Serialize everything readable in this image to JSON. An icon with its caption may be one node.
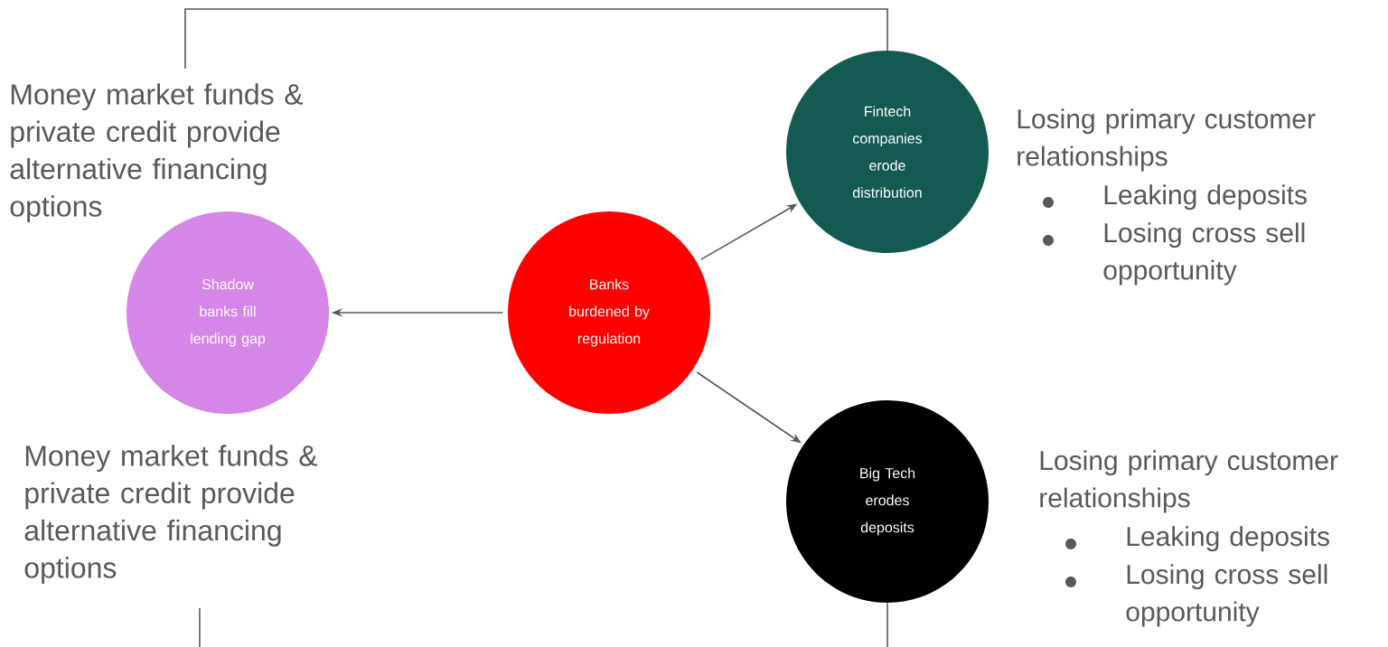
{
  "diagram": {
    "nodes": [
      {
        "text": [
          "Money market funds & private credit provide alternative financing options"
        ]
      },
      {
        "text": [
          "Fintech companies erode distribution"
        ],
        "beside": [
          "Losing primary customer relationships",
          "Leaking deposits",
          "Losing cross sell opportunity"
        ]
      },
      {
        "text": [
          "Shadow banks fill lending gap"
        ]
      },
      {
        "text": [
          "Banks burdened by regulation"
        ]
      },
      {
        "text": [
          "Big Tech erodes deposits"
        ],
        "beside": [
          "Losing primary customer relationships",
          "Leaking deposits",
          "Losing cross sell opportunity"
        ]
      },
      {
        "text": [
          "Money market funds & private credit provide alternative financing options"
        ]
      }
    ],
    "edges": [
      {
        "from": 0,
        "to": 1,
        "arrow": "none"
      },
      {
        "from": 3,
        "to": 2,
        "arrow": "to"
      },
      {
        "from": 3,
        "to": 1,
        "arrow": "to"
      },
      {
        "from": 3,
        "to": 4,
        "arrow": "to"
      },
      {
        "from": 5,
        "to": null,
        "arrow": "none"
      },
      {
        "from": 4,
        "to": null,
        "arrow": "none"
      }
    ]
  }
}
